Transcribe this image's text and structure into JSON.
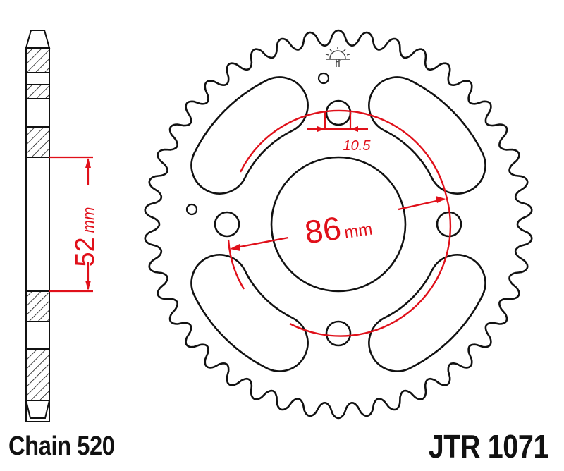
{
  "drawing": {
    "title": "Rear sprocket technical drawing",
    "colors": {
      "outline": "#111111",
      "dimension": "#e0101a",
      "background": "#ffffff"
    },
    "sprocket": {
      "teeth": 42,
      "center_bore_label": "86",
      "center_bore_unit": "mm",
      "bolt_hole_label": "10.5",
      "bolt_holes": 4,
      "lightening_slots": 4
    },
    "side_view": {
      "offset_label": "52",
      "offset_unit": "mm"
    },
    "logo_icon": "sun-logo-icon"
  },
  "labels": {
    "chain": "Chain 520",
    "part_number": "JTR 1071"
  }
}
